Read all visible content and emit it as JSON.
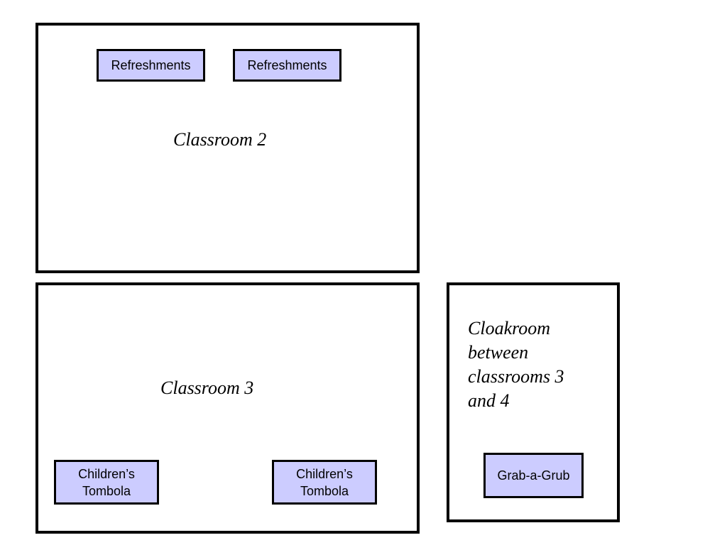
{
  "rooms": {
    "classroom_2": {
      "label": "Classroom 2",
      "stalls": [
        "Refreshments",
        "Refreshments"
      ]
    },
    "classroom_3": {
      "label": "Classroom 3",
      "stalls": [
        "Children’s\nTombola",
        "Children’s\nTombola"
      ]
    },
    "cloakroom": {
      "label": "Cloakroom between classrooms 3 and 4",
      "stalls": [
        "Grab-a-Grub"
      ]
    }
  },
  "colors": {
    "stall_fill": "#ccccff",
    "border": "#000000",
    "background": "#ffffff"
  }
}
